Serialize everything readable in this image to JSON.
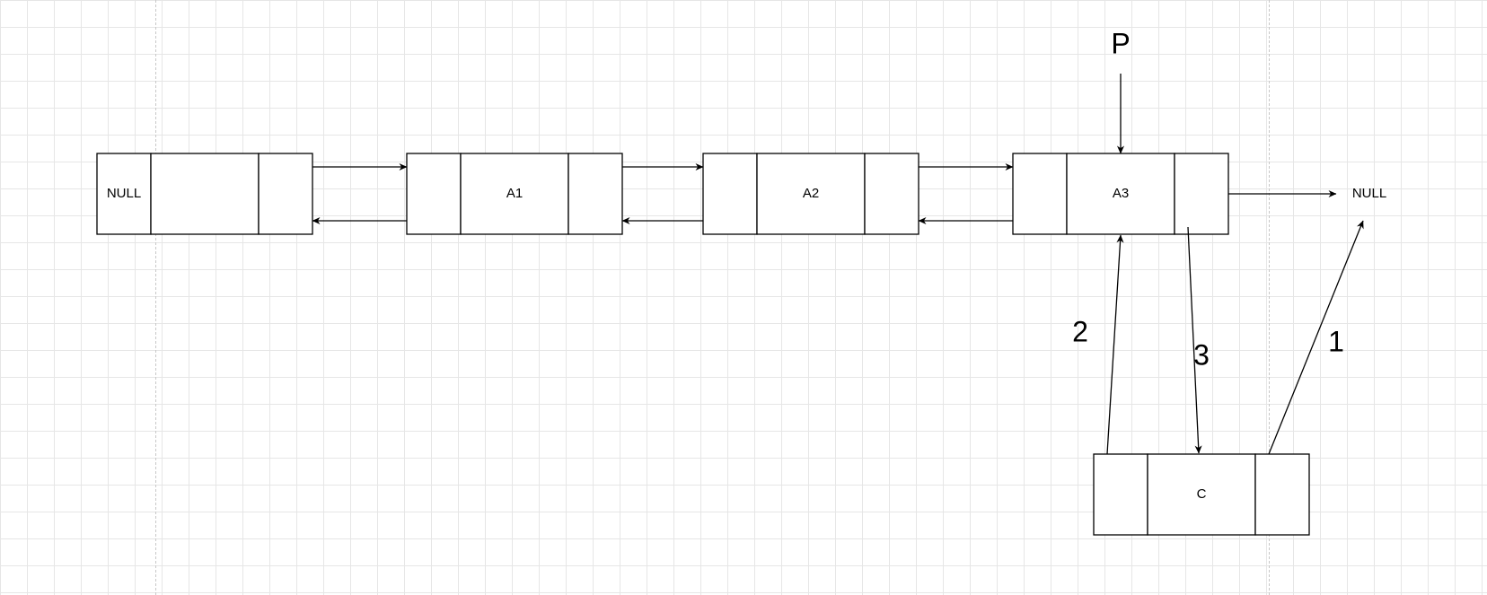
{
  "nodes": {
    "head": {
      "left": "NULL",
      "data": "",
      "right": ""
    },
    "a1": {
      "left": "",
      "data": "A1",
      "right": ""
    },
    "a2": {
      "left": "",
      "data": "A2",
      "right": ""
    },
    "a3": {
      "left": "",
      "data": "A3",
      "right": ""
    },
    "c": {
      "left": "",
      "data": "C",
      "right": ""
    }
  },
  "labels": {
    "pointer": "P",
    "tail_null": "NULL",
    "step1": "1",
    "step2": "2",
    "step3": "3"
  }
}
